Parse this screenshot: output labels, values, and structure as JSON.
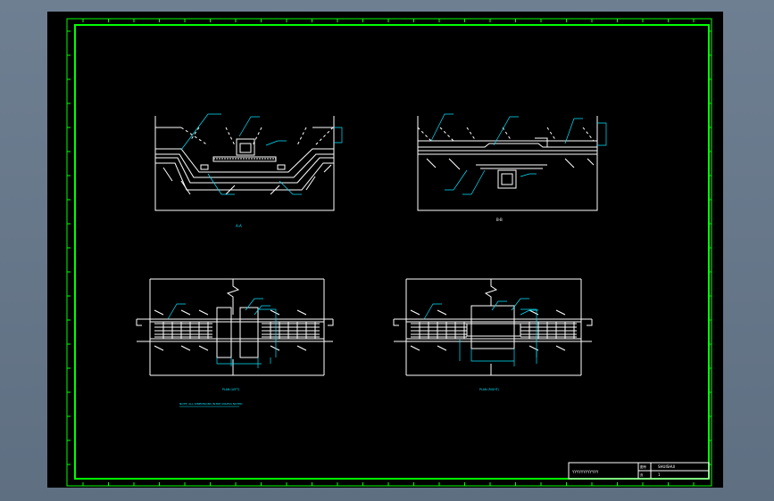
{
  "sheet": {
    "title_block": {
      "drawing_title": "YYYYYYYYYYYY",
      "field_label_1": "图号",
      "field_value_1": "SHUISHUI",
      "field_label_2": "页",
      "field_value_2": "1"
    },
    "view_captions": {
      "section_a": "A-A",
      "section_b": "B-B",
      "plan_left": "PLAN (LEFT)",
      "plan_right": "PLAN (RIGHT)"
    },
    "note": "NOTE: ALL DIMENSIONS IN MM UNLESS NOTED"
  },
  "colors": {
    "background": "#000000",
    "frame": "#00ff00",
    "lines": "#ffffff",
    "dimensions": "#00e5ff",
    "viewport_chrome": "#66788c"
  }
}
